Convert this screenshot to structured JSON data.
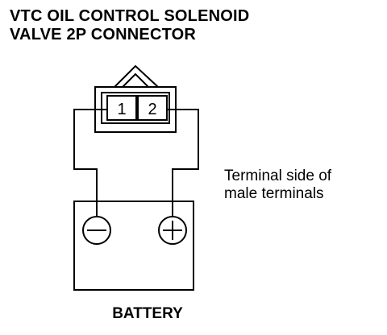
{
  "title": {
    "line1": "VTC OIL CONTROL SOLENOID",
    "line2": "VALVE 2P CONNECTOR"
  },
  "connector": {
    "pins": [
      "1",
      "2"
    ]
  },
  "note": {
    "line1": "Terminal side of",
    "line2": "male terminals"
  },
  "battery": {
    "label": "BATTERY",
    "negative_terminal": "negative-terminal-icon",
    "positive_terminal": "positive-terminal-icon"
  }
}
